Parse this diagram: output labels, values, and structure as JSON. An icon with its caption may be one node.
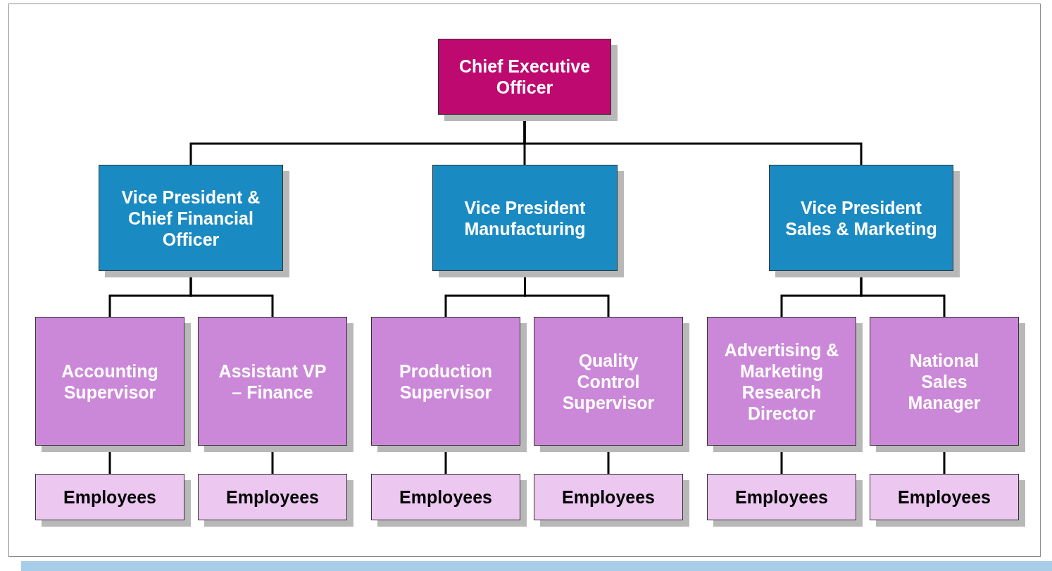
{
  "diagram": {
    "nodes": [
      {
        "text": [
          "Chief Executive Officer"
        ]
      },
      {
        "text": [
          "Vice President & Chief Financial Officer"
        ]
      },
      {
        "text": [
          "Vice President Manufacturing"
        ]
      },
      {
        "text": [
          "Vice President Sales & Marketing"
        ]
      },
      {
        "text": [
          "Accounting Supervisor"
        ]
      },
      {
        "text": [
          "Assistant VP – Finance"
        ]
      },
      {
        "text": [
          "Production Supervisor"
        ]
      },
      {
        "text": [
          "Quality Control Supervisor"
        ]
      },
      {
        "text": [
          "Advertising & Marketing Research Director"
        ]
      },
      {
        "text": [
          "National Sales Manager"
        ]
      },
      {
        "text": [
          "Employees"
        ]
      },
      {
        "text": [
          "Employees"
        ]
      },
      {
        "text": [
          "Employees"
        ]
      },
      {
        "text": [
          "Employees"
        ]
      },
      {
        "text": [
          "Employees"
        ]
      },
      {
        "text": [
          "Employees"
        ]
      }
    ],
    "edges": [
      {
        "from": 0,
        "to": 1,
        "arrow": "none"
      },
      {
        "from": 0,
        "to": 2,
        "arrow": "none"
      },
      {
        "from": 0,
        "to": 3,
        "arrow": "none"
      },
      {
        "from": 1,
        "to": 4,
        "arrow": "none"
      },
      {
        "from": 1,
        "to": 5,
        "arrow": "none"
      },
      {
        "from": 2,
        "to": 6,
        "arrow": "none"
      },
      {
        "from": 2,
        "to": 7,
        "arrow": "none"
      },
      {
        "from": 3,
        "to": 8,
        "arrow": "none"
      },
      {
        "from": 3,
        "to": 9,
        "arrow": "none"
      },
      {
        "from": 4,
        "to": 10,
        "arrow": "none"
      },
      {
        "from": 5,
        "to": 11,
        "arrow": "none"
      },
      {
        "from": 6,
        "to": 12,
        "arrow": "none"
      },
      {
        "from": 7,
        "to": 13,
        "arrow": "none"
      },
      {
        "from": 8,
        "to": 14,
        "arrow": "none"
      },
      {
        "from": 9,
        "to": 15,
        "arrow": "none"
      }
    ]
  }
}
